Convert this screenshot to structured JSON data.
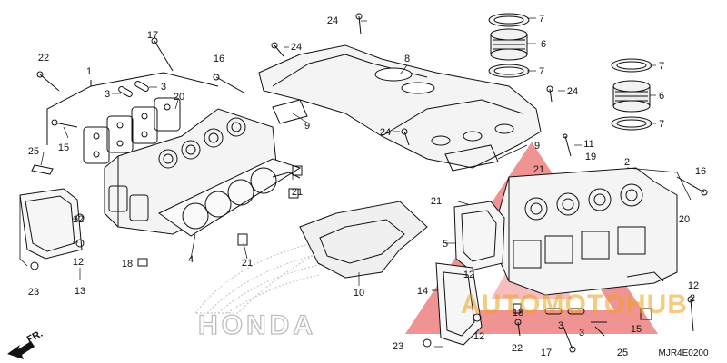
{
  "diagram": {
    "catalog_code": "MJR4E0200",
    "front_label": "FR.",
    "brand_watermark": "HONDA",
    "overlay_watermark": "AUTOMOTOHUB",
    "callouts": [
      "1",
      "2",
      "3",
      "3",
      "3",
      "3",
      "4",
      "5",
      "6",
      "6",
      "7",
      "7",
      "7",
      "7",
      "8",
      "9",
      "9",
      "10",
      "11",
      "12",
      "12",
      "12",
      "12",
      "13",
      "14",
      "15",
      "15",
      "16",
      "16",
      "17",
      "17",
      "18",
      "18",
      "19",
      "20",
      "20",
      "21",
      "21",
      "21",
      "21",
      "22",
      "22",
      "23",
      "23",
      "24",
      "24",
      "24",
      "24",
      "25",
      "25"
    ]
  }
}
